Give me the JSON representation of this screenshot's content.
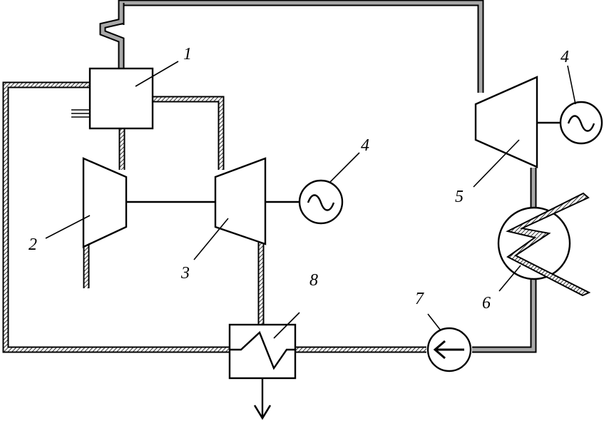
{
  "diagram": {
    "colors": {
      "line": "#000000",
      "background": "#ffffff",
      "gas_pipe_fill": "#a8a8a8",
      "water_pipe_hatch": "#b0b0b0"
    },
    "labels": {
      "combustion_chamber": "1",
      "compressor": "2",
      "gas_turbine": "3",
      "generator_gas": "4",
      "generator_steam": "4",
      "steam_turbine": "5",
      "boiler": "6",
      "pump": "7",
      "heat_exchanger": "8"
    },
    "icons": {
      "generator": "sine-wave-icon",
      "pump": "left-arrow-icon",
      "exhaust": "down-arrow-icon",
      "fuel_inlet": "triple-line-icon"
    }
  }
}
